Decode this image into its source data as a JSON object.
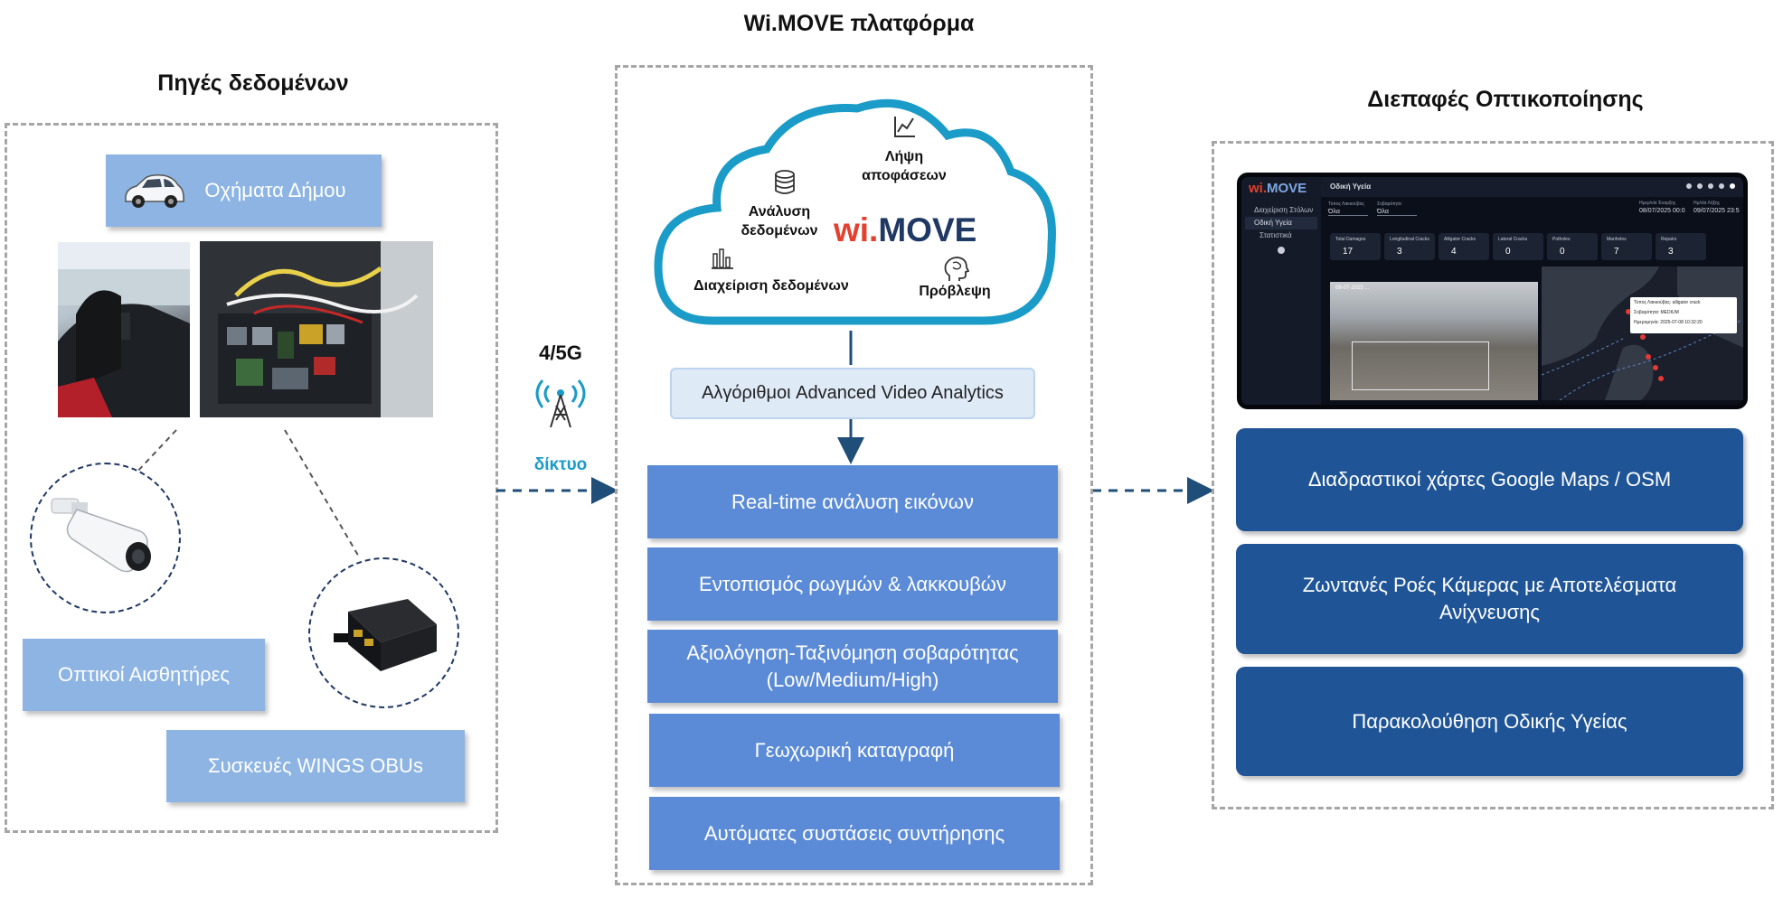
{
  "headings": {
    "sources": "Πηγές δεδομένων",
    "platform": "Wi.MOVE πλατφόρμα",
    "interfaces": "Διεπαφές Οπτικοποίησης"
  },
  "sources": {
    "vehicles": "Οχήματα Δήμου",
    "optical_sensors": "Οπτικοί Αισθητήρες",
    "obus": "Συσκευές WINGS OBUs"
  },
  "network": {
    "generation": "4/5G",
    "label": "δίκτυο"
  },
  "cloud": {
    "logo_wi": "wi.",
    "logo_move": "MOVE",
    "decisions": "Λήψη αποφάσεων",
    "analysis": "Ανάλυση δεδομένων",
    "management": "Διαχείριση δεδομένων",
    "prediction": "Πρόβλεψη"
  },
  "analytics_label": "Αλγόριθμοι Advanced Video Analytics",
  "pipeline": [
    "Real-time ανάλυση εικόνων",
    "Εντοπισμός ρωγμών & λακκουβών",
    "Αξιολόγηση-Ταξινόμηση σοβαρότητας (Low/Medium/High)",
    "Γεωχωρική καταγραφή",
    "Αυτόματες συστάσεις συντήρησης"
  ],
  "interfaces": [
    "Διαδραστικοί χάρτες Google Maps / OSM",
    "Ζωντανές Ροές Κάμερας με Αποτελέσματα Ανίχνευσης",
    "Παρακολούθηση Οδικής Υγείας"
  ],
  "dashboard": {
    "logo_wi": "wi.",
    "logo_move": "MOVE",
    "title": "Οδική Υγεία",
    "nav_1": "Διαχείριση Στόλων",
    "nav_2": "Οδική Υγεία",
    "nav_3": "Στατιστικά",
    "filter_1_label": "Τύπος Λακκούβας",
    "filter_1_value": "Όλα",
    "filter_2_label": "Σοβαρότητα",
    "filter_2_value": "Όλα",
    "date_from_label": "Ημερ/νία Έναρξης",
    "date_from": "08/07/2025 00:0",
    "date_to_label": "Ημ/νία Λήξης",
    "date_to": "09/07/2025 23:5",
    "kpis": [
      {
        "label": "Total Damages",
        "value": "17"
      },
      {
        "label": "Longitudinal Cracks",
        "value": "3"
      },
      {
        "label": "Alligator Cracks",
        "value": "4"
      },
      {
        "label": "Lateral Cracks",
        "value": "0"
      },
      {
        "label": "Potholes",
        "value": "0"
      },
      {
        "label": "Manholes",
        "value": "7"
      },
      {
        "label": "Repairs",
        "value": "3"
      }
    ],
    "video_timestamp": "08-07-2025 ...",
    "popup_type": "Τύπος Λακκούβας: alligator crack",
    "popup_severity": "Σοβαρότητα: MEDIUM",
    "popup_date": "Ημερομηνία: 2025-07-08 10:32:20"
  },
  "colors": {
    "light_box": "#8db4e2",
    "mid_box": "#5b8bd6",
    "dark_box": "#1f5597",
    "accent_teal": "#1a9bc8",
    "logo_red": "#e2412f",
    "logo_navy": "#1f3864"
  }
}
